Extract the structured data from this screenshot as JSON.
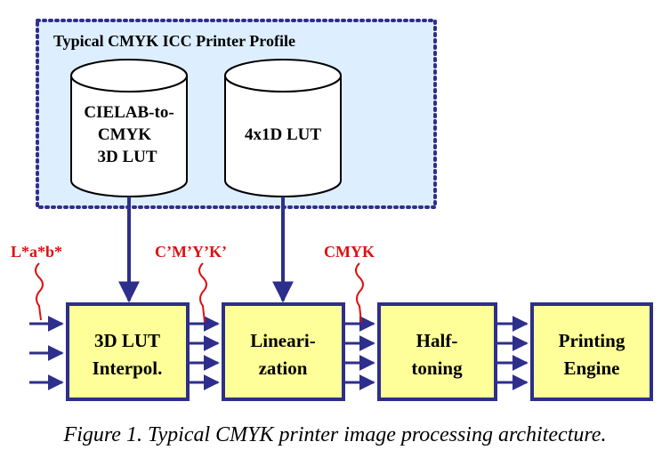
{
  "profile": {
    "title": "Typical CMYK ICC Printer Profile",
    "lut3d": [
      "CIELAB-to-",
      "CMYK",
      "3D LUT"
    ],
    "lut1d": [
      "4x1D LUT"
    ]
  },
  "signals": {
    "lab": "L*a*b*",
    "cmyk_prime": "C’M’Y’K’",
    "cmyk": "CMYK"
  },
  "blocks": {
    "interp": [
      "3D LUT",
      "Interpol."
    ],
    "linear": [
      "Lineari-",
      "zation"
    ],
    "halftone": [
      "Half-",
      "toning"
    ],
    "engine": [
      "Printing",
      "Engine"
    ]
  },
  "caption": "Figure 1. Typical CMYK printer image processing architecture.",
  "colors": {
    "box_fill": "#ffff99",
    "box_stroke": "#2e2e8c",
    "arrow": "#2e2e8c",
    "profile_fill": "#ddeeff",
    "dots": "#2e2e8c",
    "signal": "#dd1111"
  }
}
